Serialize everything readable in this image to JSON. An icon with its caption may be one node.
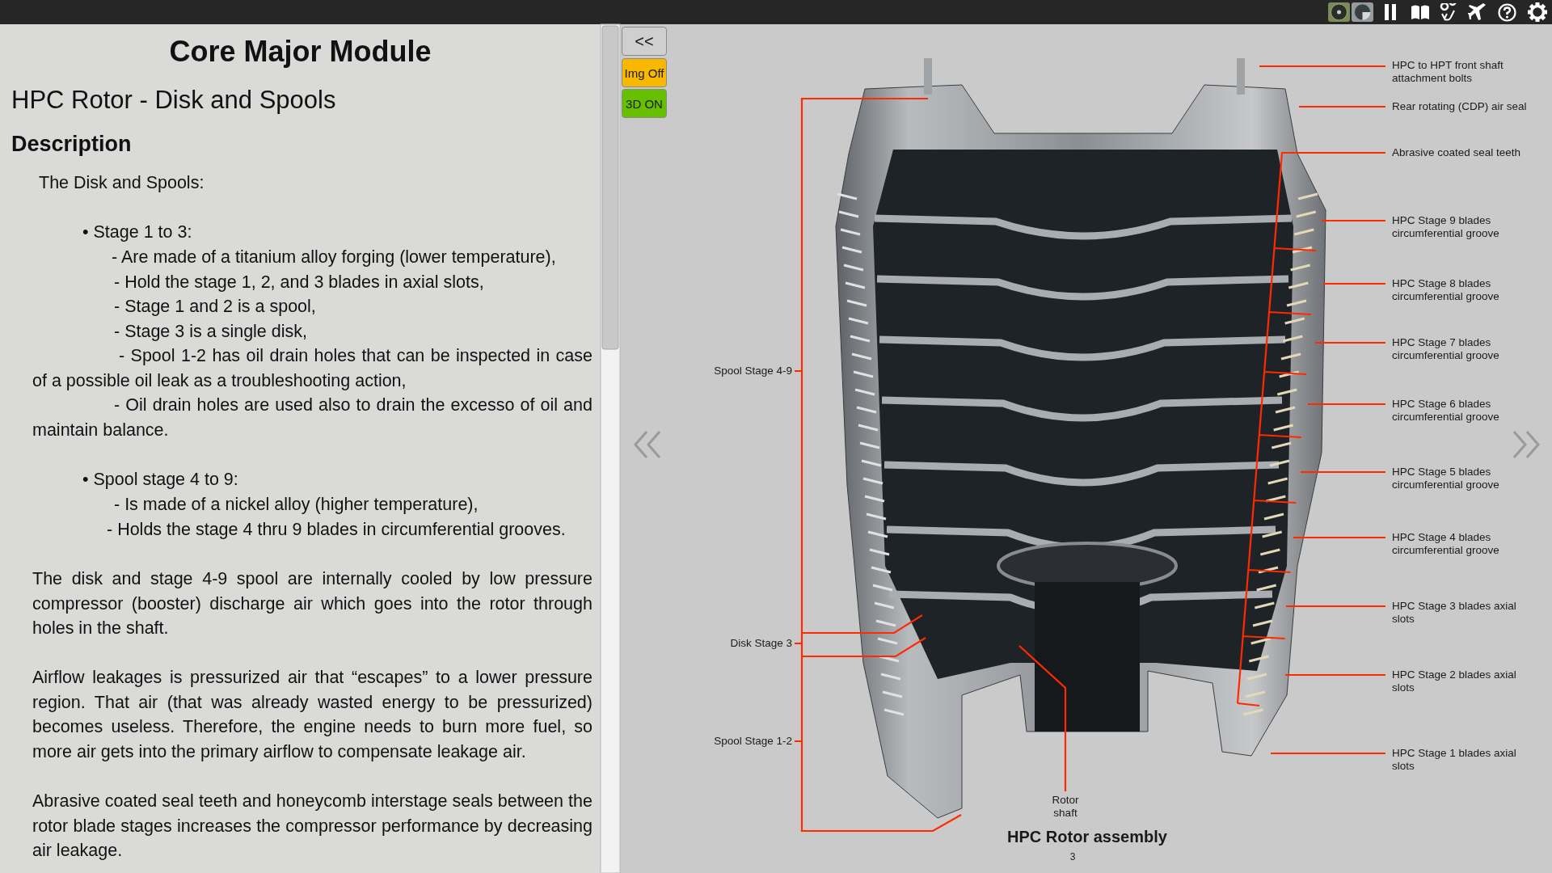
{
  "diagram": {
    "nodes": [
      {
        "text": [
          "Spool Stage 4-9"
        ]
      },
      {
        "text": [
          "Disk Stage 3"
        ]
      },
      {
        "text": [
          "Spool Stage 1-2"
        ]
      },
      {
        "text": [
          "Rotor shaft"
        ]
      },
      {
        "text": [
          "HPC to HPT front shaft attachment bolts"
        ]
      },
      {
        "text": [
          "Rear rotating (CDP) air seal"
        ]
      },
      {
        "text": [
          "Abrasive coated seal teeth"
        ]
      },
      {
        "text": [
          "HPC Stage 9 blades circumferential groove"
        ]
      },
      {
        "text": [
          "HPC Stage 8 blades circumferential groove"
        ]
      },
      {
        "text": [
          "HPC Stage 7 blades circumferential groove"
        ]
      },
      {
        "text": [
          "HPC Stage 6 blades circumferential groove"
        ]
      },
      {
        "text": [
          "HPC Stage 5 blades circumferential groove"
        ]
      },
      {
        "text": [
          "HPC Stage 4 blades circumferential groove"
        ]
      },
      {
        "text": [
          "HPC Stage 3 blades axial slots"
        ]
      },
      {
        "text": [
          "HPC Stage 2 blades axial slots"
        ]
      },
      {
        "text": [
          "HPC Stage 1 blades axial slots"
        ]
      }
    ],
    "edges": [
      {
        "from": 0,
        "to": null,
        "arrow": "none"
      },
      {
        "from": 1,
        "to": null,
        "arrow": "none"
      },
      {
        "from": 2,
        "to": null,
        "arrow": "none"
      },
      {
        "from": 3,
        "to": null,
        "arrow": "none"
      },
      {
        "from": 4,
        "to": null,
        "arrow": "none"
      },
      {
        "from": 5,
        "to": null,
        "arrow": "none"
      },
      {
        "from": 6,
        "to": null,
        "arrow": "none"
      },
      {
        "from": 7,
        "to": null,
        "arrow": "none"
      },
      {
        "from": 8,
        "to": null,
        "arrow": "none"
      },
      {
        "from": 9,
        "to": null,
        "arrow": "none"
      },
      {
        "from": 10,
        "to": null,
        "arrow": "none"
      },
      {
        "from": 11,
        "to": null,
        "arrow": "none"
      },
      {
        "from": 12,
        "to": null,
        "arrow": "none"
      },
      {
        "from": 13,
        "to": null,
        "arrow": "none"
      },
      {
        "from": 14,
        "to": null,
        "arrow": "none"
      },
      {
        "from": 15,
        "to": null,
        "arrow": "none"
      }
    ],
    "labels": [
      "Core Major Module",
      "HPC Rotor - Disk and Spools",
      "Description",
      "The Disk and Spools:",
      "• Stage 1 to 3:",
      "- Are made of a titanium alloy forging (lower temperature),",
      "- Hold the stage 1, 2, and 3 blades in axial slots,",
      "- Stage 1 and 2 is a spool,",
      "- Stage 3 is a single disk,",
      "- Spool 1-2 has oil drain holes that can be inspected in case of a possible oil leak as a troubleshooting action,",
      "- Oil drain holes are used also to drain the excesso of oil and maintain balance.",
      "• Spool stage 4 to 9:",
      "- Is made of a nickel alloy (higher temperature),",
      "- Holds the stage 4 thru 9 blades in circumferential grooves.",
      "The disk and stage 4-9 spool are internally cooled by low pressure compressor (booster) discharge air which goes into the rotor through holes in the shaft.",
      "Airflow leakages is pressurized air that “escapes” to a lower pressure region. That air (that was already wasted energy to be pressurized) becomes useless. Therefore, the engine needs to burn more fuel, so more air gets into the primary airflow to compensate leakage air.",
      "Abrasive coated seal teeth and honeycomb interstage seals between the rotor blade stages increases the compressor performance by decreasing air leakage.",
      "<<",
      "Img Off",
      "3D ON",
      "HPC Rotor assembly",
      "3"
    ]
  }
}
